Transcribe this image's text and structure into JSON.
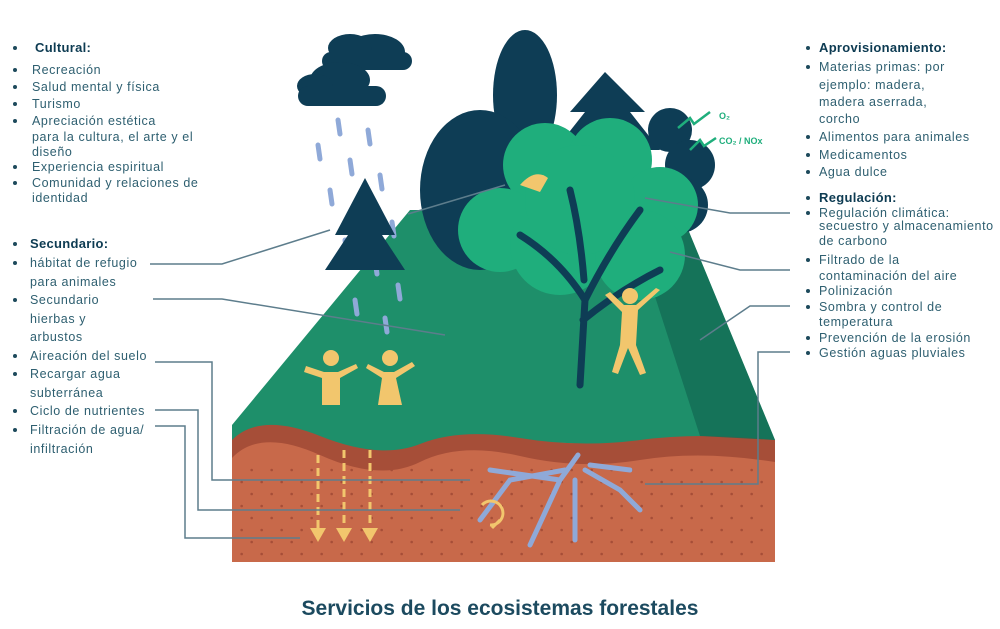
{
  "title": "Servicios de los ecosistemas forestales",
  "left": {
    "cultural": {
      "heading": "Cultural:",
      "items": [
        [
          "Recreación"
        ],
        [
          "Salud mental y física"
        ],
        [
          "Turismo"
        ],
        [
          "Apreciación estética",
          "para la cultura, el arte y el",
          "diseño"
        ],
        [
          "Experiencia espiritual"
        ],
        [
          "Comunidad y relaciones de",
          "identidad"
        ]
      ]
    },
    "secundario": {
      "heading": "Secundario:",
      "items": [
        [
          "hábitat de refugio",
          "para animales"
        ],
        [
          "Secundario",
          "hierbas y",
          "arbustos"
        ],
        [
          "Aireación del suelo"
        ],
        [
          "Recargar agua",
          "subterránea"
        ],
        [
          "Ciclo de nutrientes"
        ],
        [
          "Filtración de agua/",
          "infiltración"
        ]
      ]
    }
  },
  "right": {
    "aprovisionamiento": {
      "heading": "Aprovisionamiento:",
      "items": [
        [
          "Materias primas: por",
          "ejemplo: madera,",
          "madera aserrada,",
          "corcho"
        ],
        [
          "Alimentos para animales"
        ],
        [
          "Medicamentos"
        ],
        [
          "Agua dulce"
        ]
      ]
    },
    "regulacion": {
      "heading": "Regulación:",
      "items": [
        [
          "Regulación climática:",
          "secuestro y almacenamiento",
          "de carbono"
        ],
        [
          "Filtrado de la",
          "contaminación del aire"
        ],
        [
          "Polinización"
        ],
        [
          "Sombra y control de",
          "temperatura"
        ],
        [
          "Prevención de la erosión"
        ],
        [
          "Gestión aguas pluviales"
        ]
      ]
    }
  },
  "labels": {
    "o2": "O₂",
    "co2": "CO₂ / NOx"
  },
  "colors": {
    "heading": "#0d3b52",
    "text": "#2e5f70",
    "grass": "#1e8f6a",
    "tree": "#1fae7c",
    "darkTree": "#0e3d55",
    "soil": "#c8694a",
    "figure": "#f2c66d"
  }
}
